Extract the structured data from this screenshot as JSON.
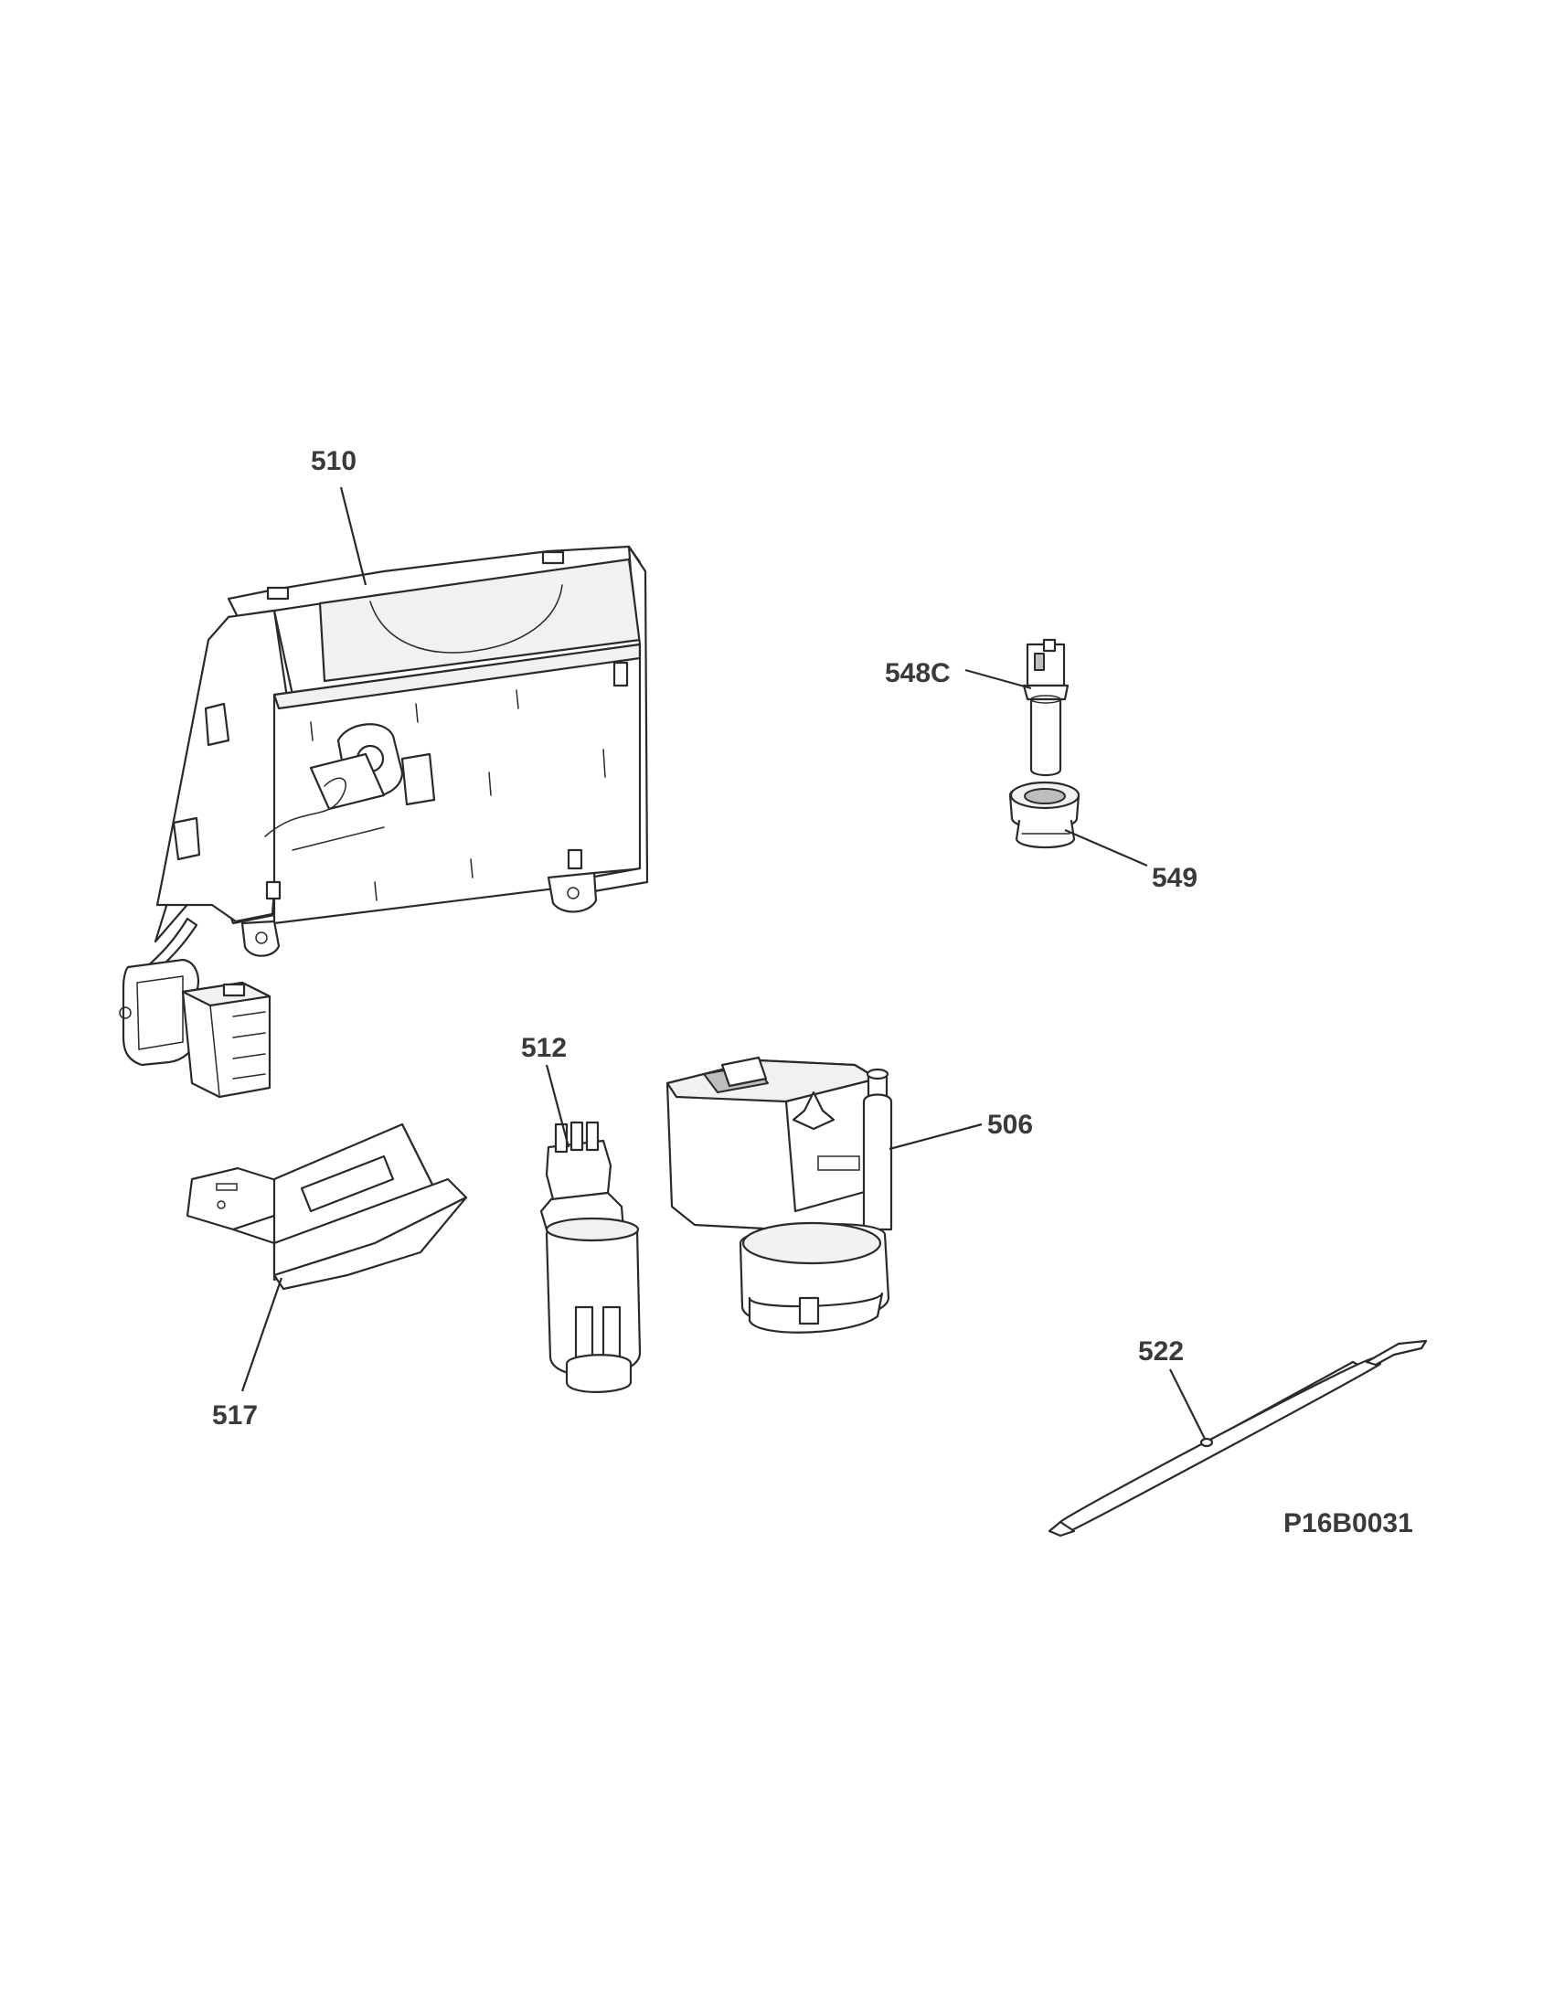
{
  "diagram": {
    "code": "P16B0031",
    "callouts": {
      "c510": "510",
      "c548c": "548C",
      "c549": "549",
      "c512": "512",
      "c506": "506",
      "c517": "517",
      "c522": "522"
    }
  }
}
